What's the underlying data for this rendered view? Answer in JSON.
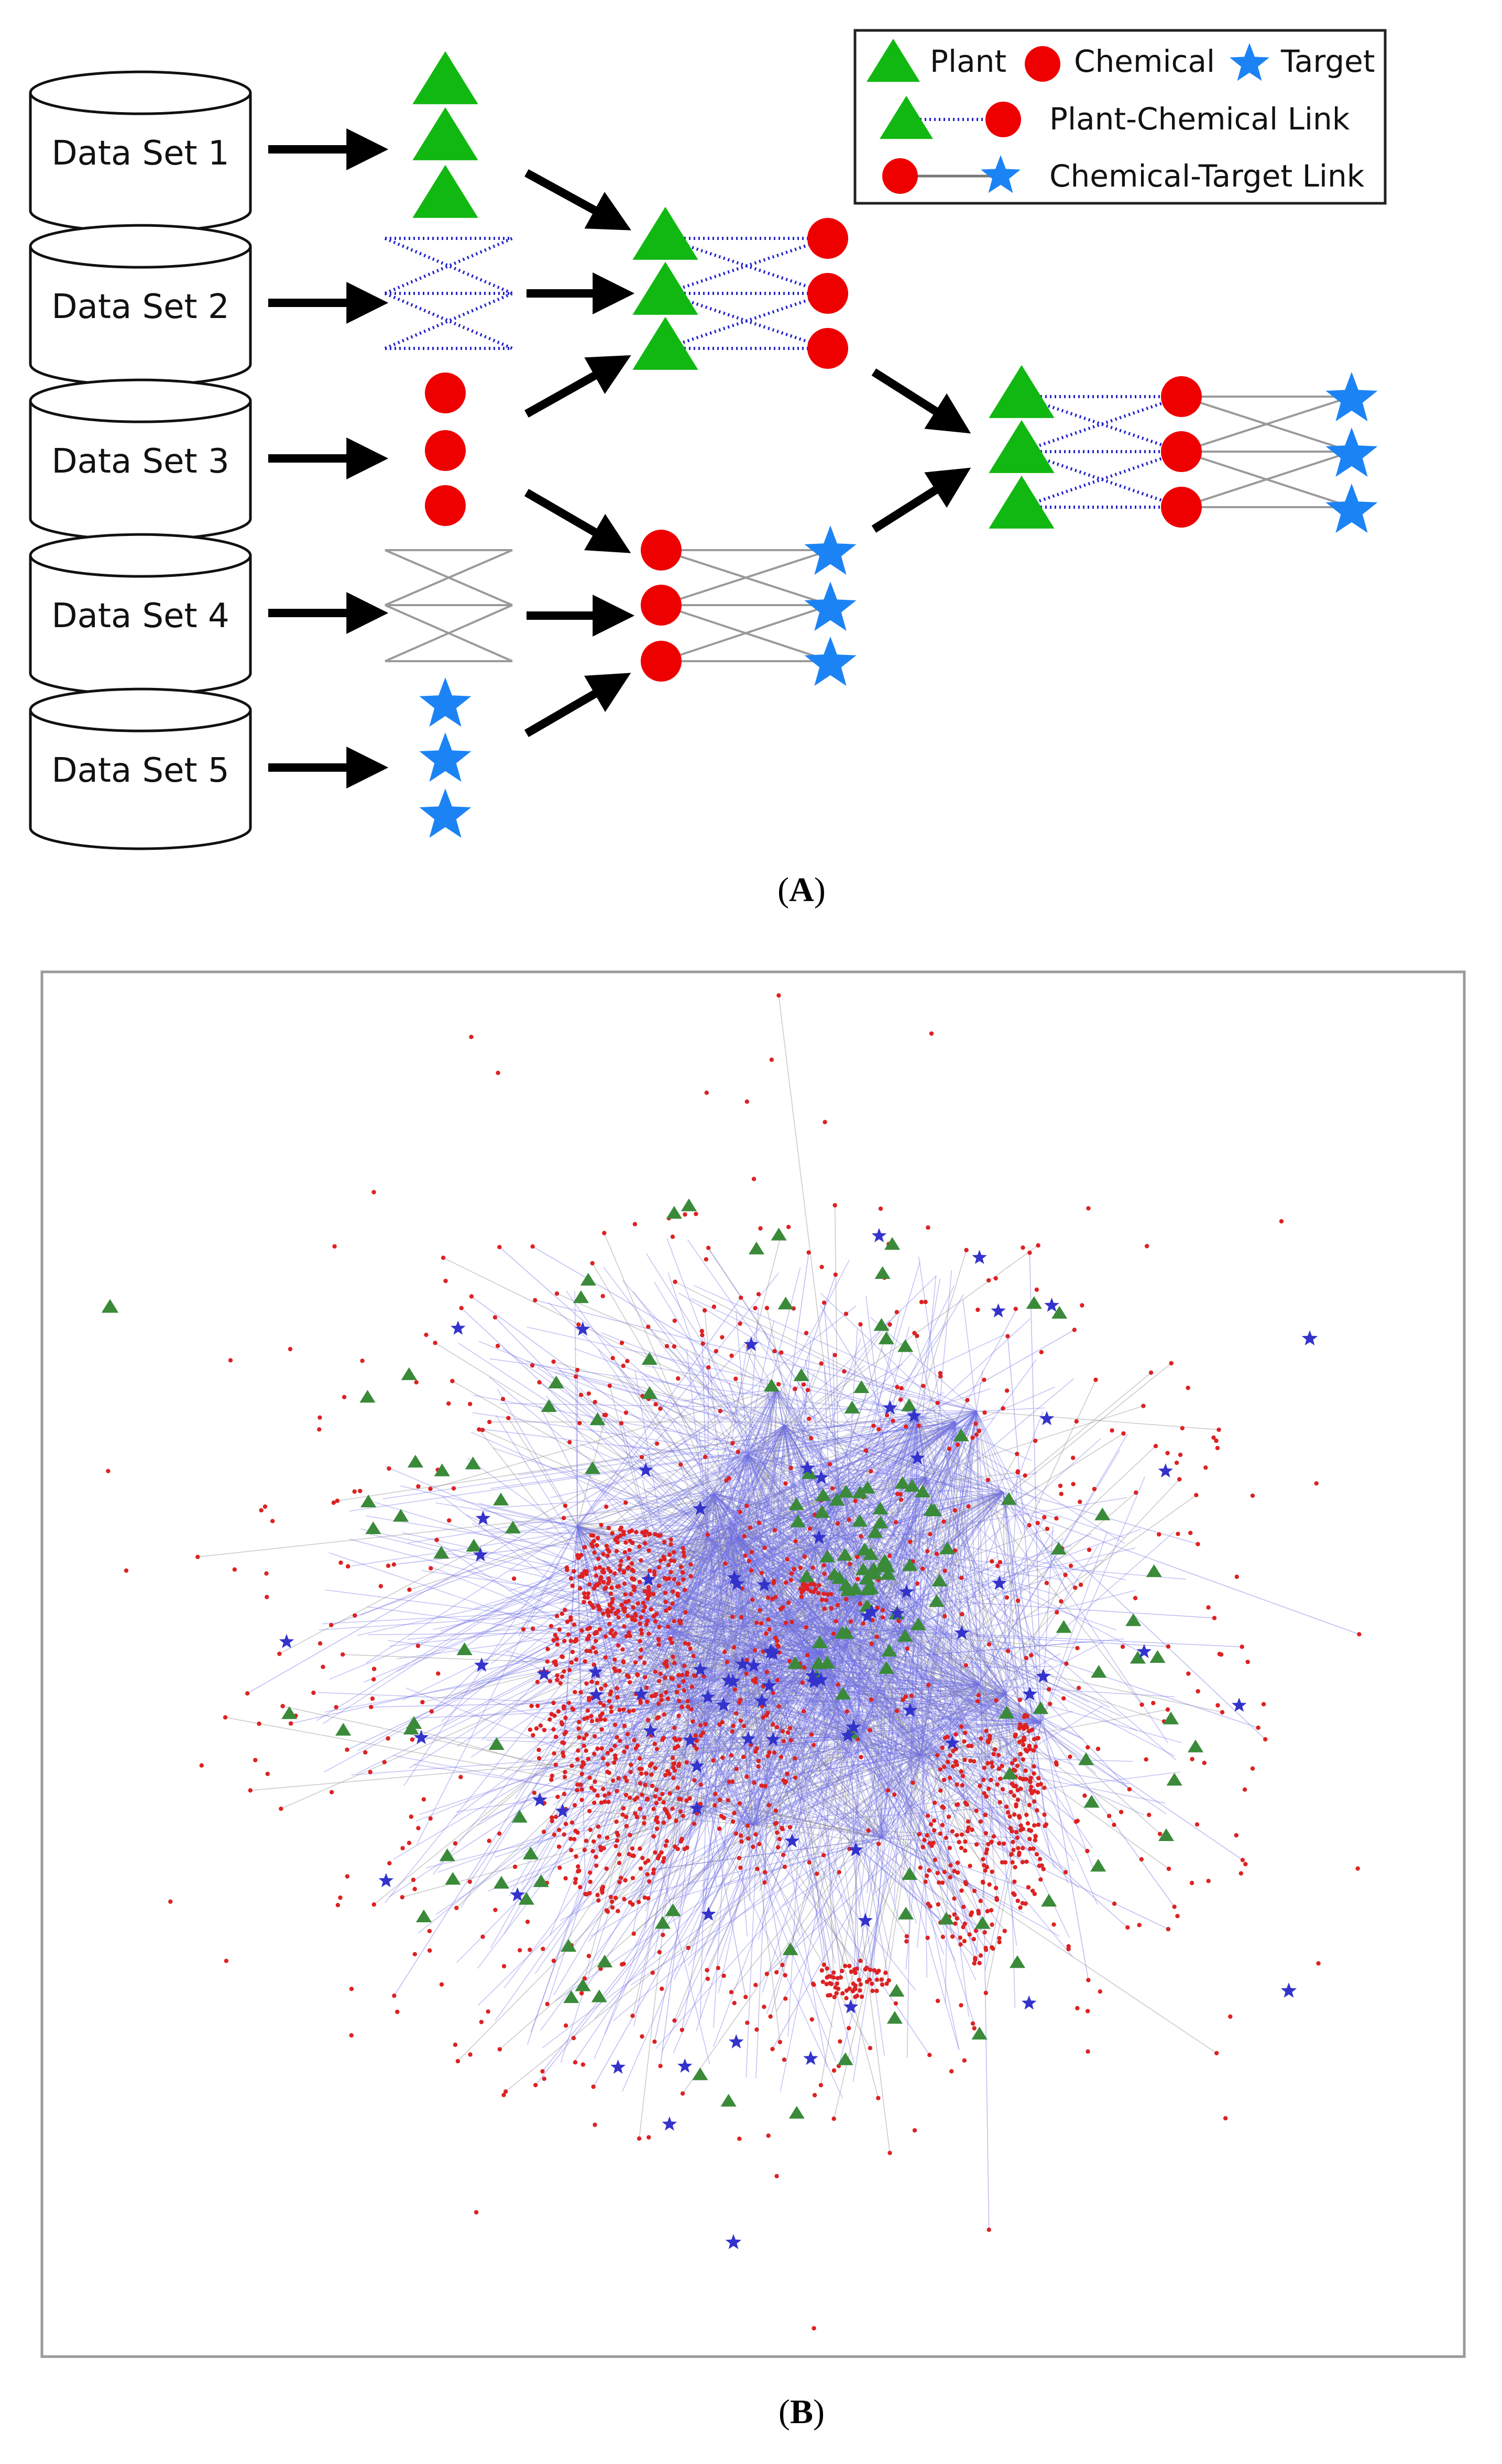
{
  "panel_a": {
    "label_open": "(",
    "label_letter": "A",
    "label_close": ")",
    "datasets": [
      "Data Set 1",
      "Data Set 2",
      "Data Set 3",
      "Data Set 4",
      "Data Set 5"
    ],
    "legend": {
      "plant": "Plant",
      "chemical": "Chemical",
      "target": "Target",
      "plant_chemical_link": "Plant-Chemical Link",
      "chemical_target_link": "Chemical-Target Link"
    }
  },
  "panel_b": {
    "label_open": "(",
    "label_letter": "B",
    "label_close": ")"
  },
  "colors": {
    "plant": "#12b812",
    "chemical": "#ee0000",
    "target": "#1c83f4",
    "plant_chemical_link": "#2222cc",
    "chemical_target_link": "#9a9a9a",
    "arrow": "#000000",
    "net_plant": "#3a8a3a",
    "net_chemical": "#dd2222",
    "net_target": "#3333cc",
    "net_blue_edge": "#6f6fe6",
    "net_gray_edge": "#8c8c8c"
  },
  "icons": {
    "plant": "triangle",
    "chemical": "circle",
    "target": "star",
    "dataset": "cylinder-database"
  }
}
